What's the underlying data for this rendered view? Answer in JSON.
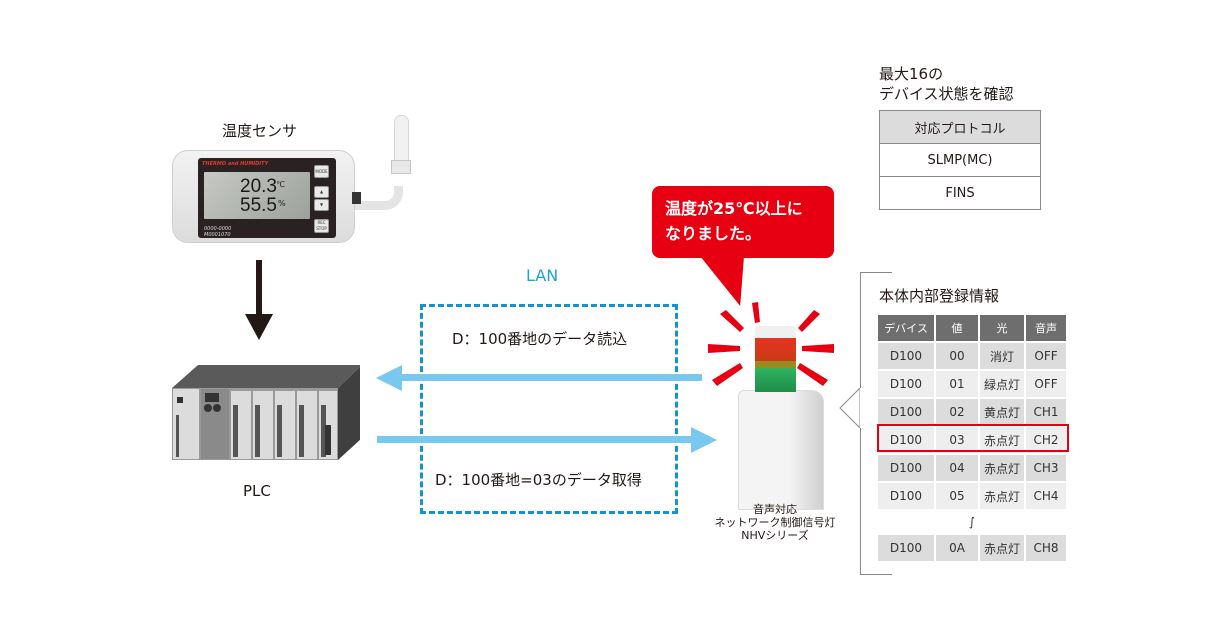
{
  "sensor": {
    "label": "温度センサ",
    "brand": "THERMO and HUMIDITY",
    "temperature": "20.3",
    "temperature_unit": "℃",
    "humidity": "55.5",
    "humidity_unit": "%",
    "code_line1": "0000-0000",
    "code_line2": "M0001070",
    "buttons": [
      "MODE",
      "▲",
      "▼",
      "REC STOP"
    ]
  },
  "plc": {
    "label": "PLC"
  },
  "lan": {
    "label": "LAN",
    "read_message": "D：100番地のデータ読込",
    "get_message": "D：100番地=03のデータ取得"
  },
  "alert_bubble": {
    "line1": "温度が25℃以上に",
    "line2": "なりました。"
  },
  "signal_tower": {
    "caption_line1": "音声対応",
    "caption_line2": "ネットワーク制御信号灯",
    "caption_line3": "NHVシリーズ"
  },
  "protocols": {
    "title_line1": "最大16の",
    "title_line2": "デバイス状態を確認",
    "header": "対応プロトコル",
    "items": [
      "SLMP(MC)",
      "FINS"
    ]
  },
  "registers": {
    "title": "本体内部登録情報",
    "columns": [
      "デバイス",
      "値",
      "光",
      "音声"
    ],
    "rows": [
      [
        "D100",
        "00",
        "消灯",
        "OFF"
      ],
      [
        "D100",
        "01",
        "緑点灯",
        "OFF"
      ],
      [
        "D100",
        "02",
        "黄点灯",
        "CH1"
      ],
      [
        "D100",
        "03",
        "赤点灯",
        "CH2"
      ],
      [
        "D100",
        "04",
        "赤点灯",
        "CH3"
      ],
      [
        "D100",
        "05",
        "赤点灯",
        "CH4"
      ]
    ],
    "ellipsis": "∫",
    "last_row": [
      "D100",
      "0A",
      "赤点灯",
      "CH8"
    ],
    "highlighted_row": 3
  },
  "colors": {
    "alert_red": "#e60012",
    "lan_blue": "#1592d4",
    "arrow_blue": "#78c8ef"
  }
}
